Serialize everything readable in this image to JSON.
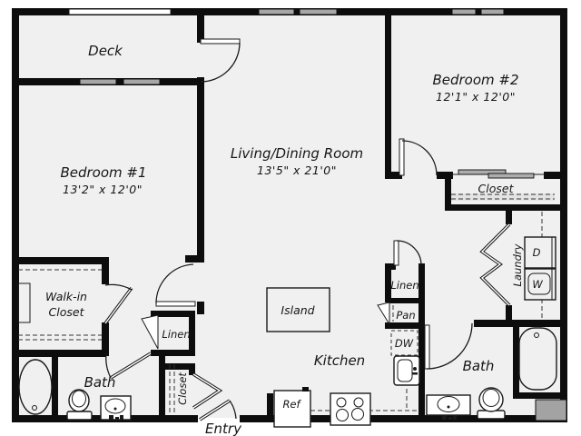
{
  "floor_plan": {
    "rooms": {
      "deck": {
        "label": "Deck"
      },
      "bedroom1": {
        "label": "Bedroom #1",
        "dimensions": "13'2\" x 12'0\""
      },
      "bedroom2": {
        "label": "Bedroom #2",
        "dimensions": "12'1\" x 12'0\""
      },
      "living_dining": {
        "label": "Living/Dining Room",
        "dimensions": "13'5\" x 21'0\""
      },
      "kitchen": {
        "label": "Kitchen"
      },
      "bath1": {
        "label": "Bath"
      },
      "bath2": {
        "label": "Bath"
      },
      "walk_in_closet": {
        "label_line1": "Walk-in",
        "label_line2": "Closet"
      },
      "closet_bedroom2": {
        "label": "Closet"
      },
      "closet_entry": {
        "label": "Closet"
      },
      "laundry": {
        "label": "Laundry"
      },
      "linen_hall": {
        "label": "Linen"
      },
      "linen_kitchen": {
        "label": "Linen"
      },
      "pantry": {
        "label": "Pan"
      },
      "entry": {
        "label": "Entry"
      }
    },
    "fixtures": {
      "island": {
        "label": "Island"
      },
      "refrigerator": {
        "label": "Ref"
      },
      "dishwasher": {
        "label": "DW"
      },
      "dryer": {
        "label": "D"
      },
      "washer": {
        "label": "W"
      }
    },
    "colors": {
      "wall": "#0d0d0d",
      "floor": "#f0f0f0",
      "window": "#a6a6a6",
      "sliding_door": "#adadad",
      "corner_block": "#a3a3a3"
    }
  }
}
